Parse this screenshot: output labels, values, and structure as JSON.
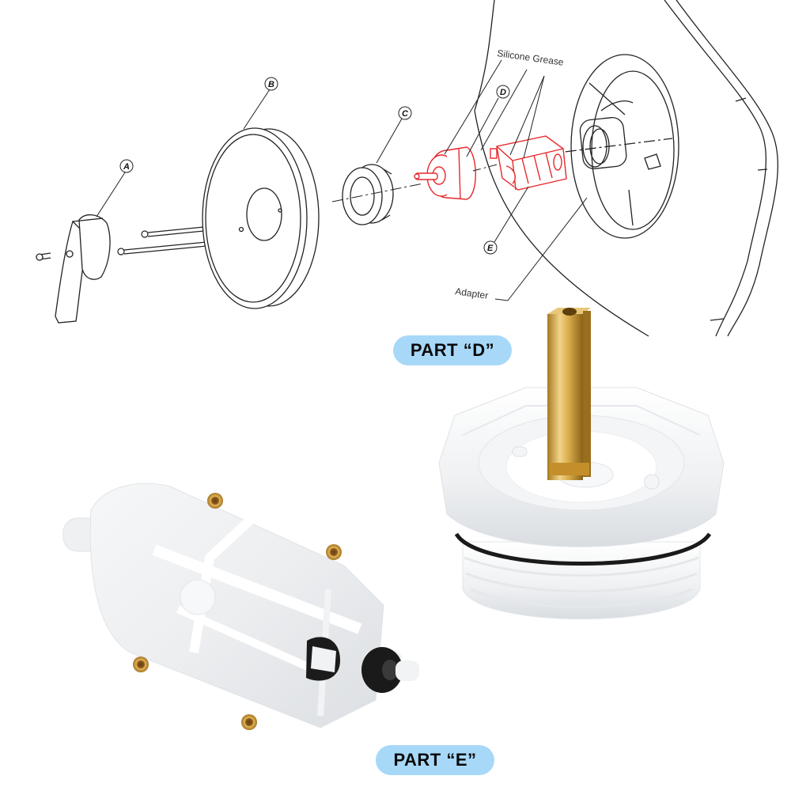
{
  "diagram": {
    "title": "Shower valve cartridge exploded view",
    "callouts": [
      {
        "id": "A",
        "label": "A",
        "part": "handle lever"
      },
      {
        "id": "B",
        "label": "B",
        "part": "escutcheon trim plate"
      },
      {
        "id": "C",
        "label": "C",
        "part": "retaining bonnet nut"
      },
      {
        "id": "D",
        "label": "D",
        "part": "cartridge stem assembly"
      },
      {
        "id": "E",
        "label": "E",
        "part": "valve cartridge body"
      }
    ],
    "annotations": {
      "silicone_grease": "Silicone Grease",
      "adapter": "Adapter"
    },
    "highlight_color": "#e8282b",
    "line_color": "#222222"
  },
  "badges": {
    "part_d": "PART “D”",
    "part_e": "PART “E”",
    "color": "#a8d8f8"
  },
  "photos": {
    "part_d": {
      "description": "white plastic threaded cartridge with brass square stem and black O-ring"
    },
    "part_e": {
      "description": "white plastic valve cartridge body with four brass inserts and black bushings"
    }
  }
}
